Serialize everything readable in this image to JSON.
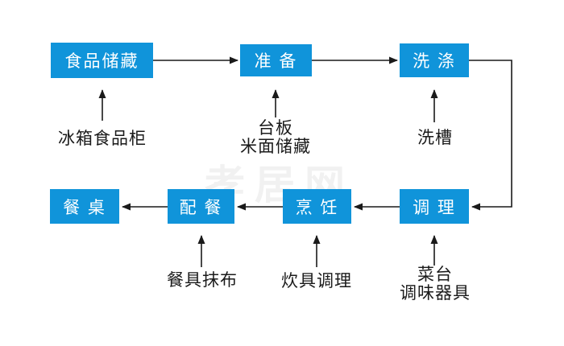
{
  "watermark": {
    "text": "孝居网"
  },
  "colors": {
    "background": "#ffffff",
    "node_bg": "#1094da",
    "node_text": "#ffffff",
    "line": "#1a1a1a",
    "label_text": "#1a1a1a",
    "watermark": "#f1f1f1"
  },
  "nodes": {
    "food_storage": {
      "label": "食品储藏"
    },
    "prepare": {
      "label": "准 备"
    },
    "wash": {
      "label": "洗 涤"
    },
    "dining_table": {
      "label": "餐 桌"
    },
    "serve": {
      "label": "配 餐"
    },
    "cook": {
      "label": "烹 饪"
    },
    "condition": {
      "label": "调 理"
    }
  },
  "labels": {
    "fridge": {
      "lines": [
        "冰箱食品柜"
      ]
    },
    "counter": {
      "lines": [
        "台板",
        "米面储藏"
      ]
    },
    "sink": {
      "lines": [
        "洗槽"
      ]
    },
    "cloth": {
      "lines": [
        "餐具抹布"
      ]
    },
    "cookware": {
      "lines": [
        "炊具调理"
      ]
    },
    "veg": {
      "lines": [
        "菜台",
        "调味器具"
      ]
    }
  },
  "edges": [
    {
      "from": "食品储藏",
      "to": "准备"
    },
    {
      "from": "准备",
      "to": "洗涤"
    },
    {
      "from": "洗涤",
      "to": "调理"
    },
    {
      "from": "调理",
      "to": "烹饪"
    },
    {
      "from": "烹饪",
      "to": "配餐"
    },
    {
      "from": "配餐",
      "to": "餐桌"
    },
    {
      "from": "冰箱食品柜",
      "to": "食品储藏"
    },
    {
      "from": "台板 米面储藏",
      "to": "准备"
    },
    {
      "from": "洗槽",
      "to": "洗涤"
    },
    {
      "from": "餐具抹布",
      "to": "配餐"
    },
    {
      "from": "炊具调理",
      "to": "烹饪"
    },
    {
      "from": "菜台 调味器具",
      "to": "调理"
    }
  ]
}
